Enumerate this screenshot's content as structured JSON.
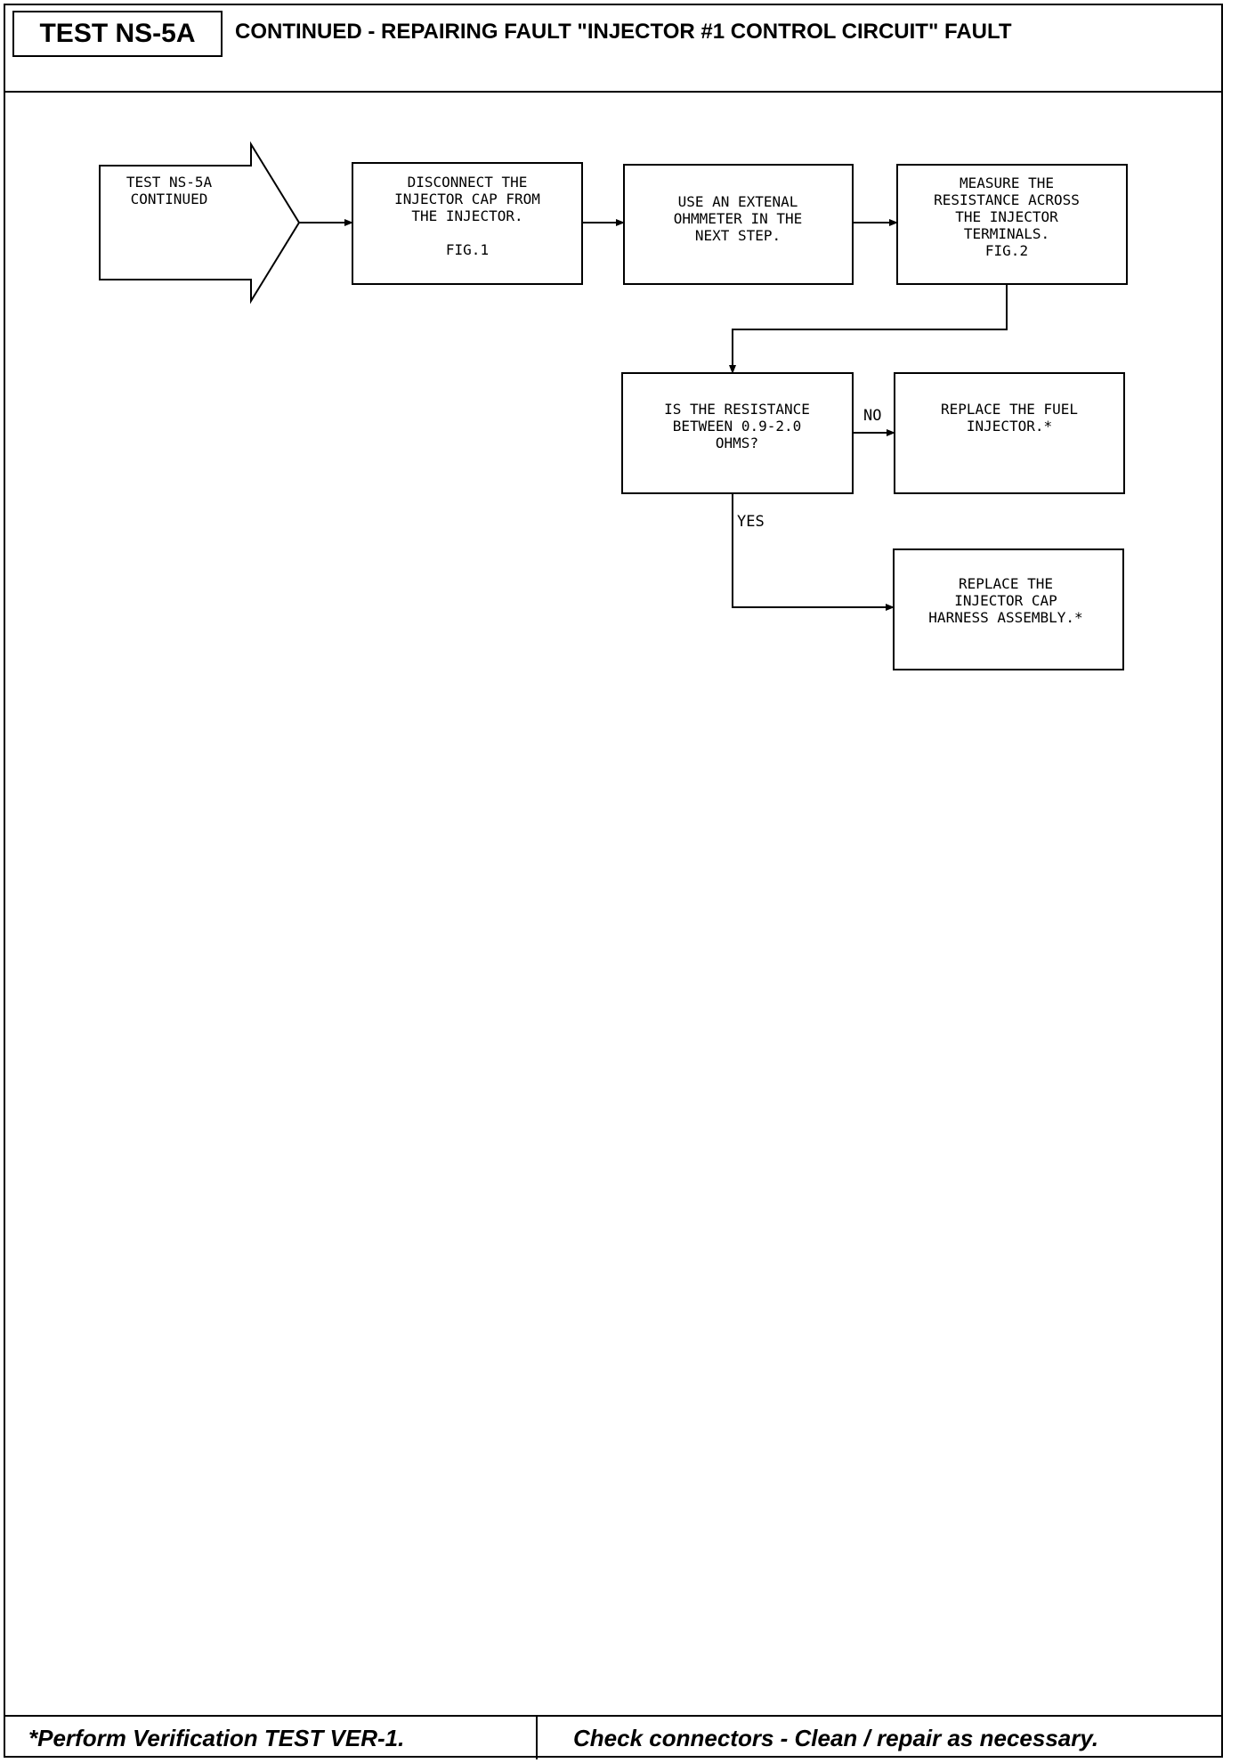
{
  "header": {
    "test_id": "TEST NS-5A",
    "title": "CONTINUED - REPAIRING FAULT \"INJECTOR #1 CONTROL CIRCUIT\" FAULT"
  },
  "flowchart": {
    "nodes": {
      "start": [
        "TEST NS-5A",
        "CONTINUED"
      ],
      "disconnect": [
        "DISCONNECT THE",
        "INJECTOR CAP FROM",
        "THE INJECTOR.",
        "",
        "FIG.1"
      ],
      "ohmmeter": [
        "USE AN EXTENAL",
        "OHMMETER IN THE",
        "NEXT STEP."
      ],
      "measure": [
        "MEASURE THE",
        "RESISTANCE ACROSS",
        "THE INJECTOR",
        "TERMINALS.",
        "FIG.2"
      ],
      "decision": [
        "IS THE RESISTANCE",
        "BETWEEN 0.9-2.0",
        "OHMS?"
      ],
      "replace_injector": [
        "REPLACE THE FUEL",
        "INJECTOR.*"
      ],
      "replace_harness": [
        "REPLACE THE",
        "INJECTOR CAP",
        "HARNESS ASSEMBLY.*"
      ]
    },
    "edge_labels": {
      "no": "NO",
      "yes": "YES"
    }
  },
  "footer": {
    "left": "*Perform Verification TEST VER-1.",
    "right": "Check connectors - Clean / repair as necessary."
  }
}
